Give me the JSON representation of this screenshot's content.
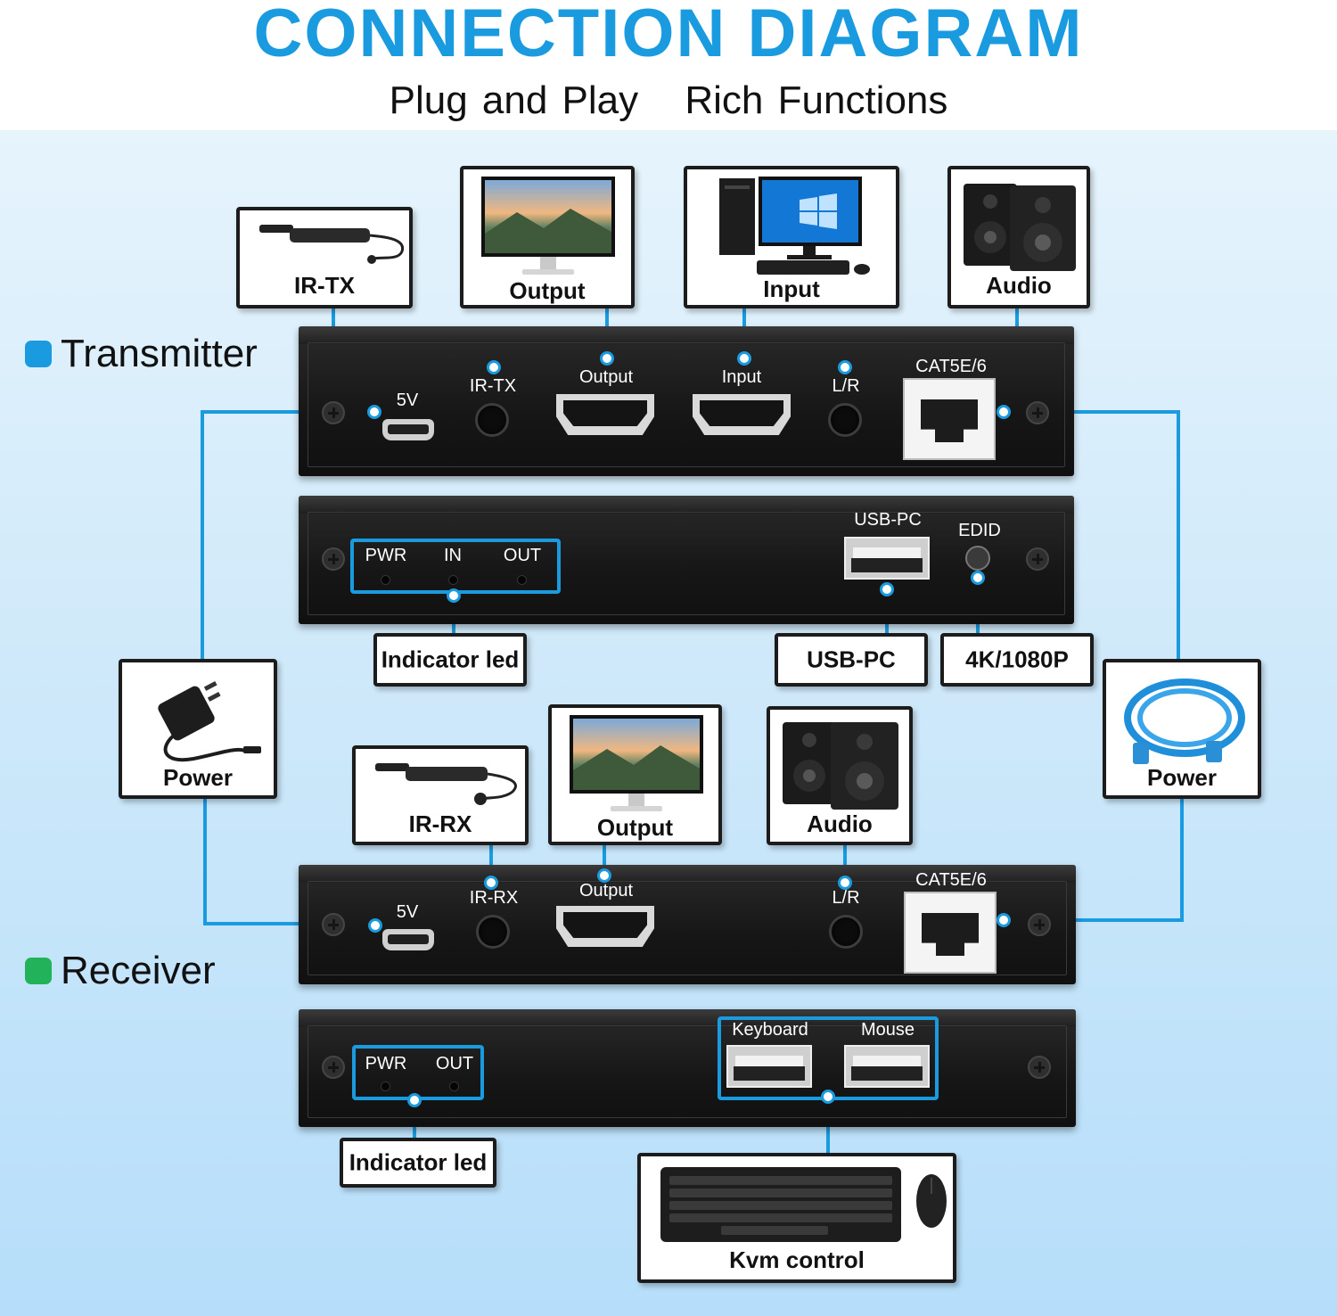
{
  "header": {
    "title": "CONNECTION DIAGRAM",
    "subtitle_left": "Plug and Play",
    "subtitle_right": "Rich Functions"
  },
  "sections": {
    "transmitter": {
      "label": "Transmitter",
      "color": "#1a9be0"
    },
    "receiver": {
      "label": "Receiver",
      "color": "#22b25a"
    }
  },
  "colors": {
    "accent": "#1a9be0",
    "panel": "#1a1a1a",
    "box_border": "#1c1c1c"
  },
  "transmitter_front": {
    "ports": {
      "power": "5V",
      "ir": "IR-TX",
      "output": "Output",
      "input": "Input",
      "audio": "L/R",
      "network": "CAT5E/6"
    }
  },
  "transmitter_back": {
    "leds": [
      "PWR",
      "IN",
      "OUT"
    ],
    "usb": "USB-PC",
    "edid": "EDID"
  },
  "receiver_front": {
    "ports": {
      "power": "5V",
      "ir": "IR-RX",
      "output": "Output",
      "audio": "L/R",
      "network": "CAT5E/6"
    }
  },
  "receiver_back": {
    "leds": [
      "PWR",
      "OUT"
    ],
    "keyboard": "Keyboard",
    "mouse": "Mouse"
  },
  "devices": {
    "ir_tx": {
      "label": "IR-TX",
      "icon": "ir-cable-icon"
    },
    "tx_output": {
      "label": "Output",
      "icon": "monitor-icon"
    },
    "tx_input": {
      "label": "Input",
      "icon": "pc-icon"
    },
    "tx_audio": {
      "label": "Audio",
      "icon": "speakers-icon"
    },
    "tx_indicator": {
      "label": "Indicator led"
    },
    "usb_pc": {
      "label": "USB-PC"
    },
    "edid_mode": {
      "label": "4K/1080P"
    },
    "power_left": {
      "label": "Power",
      "icon": "power-adapter-icon"
    },
    "power_right": {
      "label": "Power",
      "icon": "network-cable-icon"
    },
    "ir_rx": {
      "label": "IR-RX",
      "icon": "ir-cable-icon"
    },
    "rx_output": {
      "label": "Output",
      "icon": "monitor-icon"
    },
    "rx_audio": {
      "label": "Audio",
      "icon": "speakers-icon"
    },
    "rx_indicator": {
      "label": "Indicator led"
    },
    "kvm": {
      "label": "Kvm control",
      "icon": "keyboard-mouse-icon"
    }
  }
}
